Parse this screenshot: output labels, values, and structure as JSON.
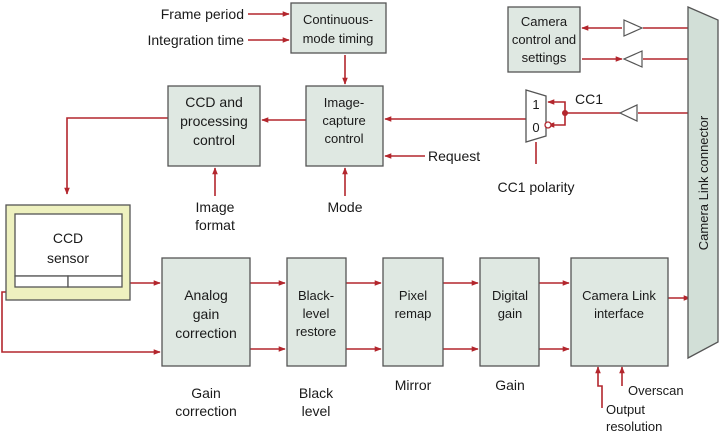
{
  "colors": {
    "wire": "#b3262d",
    "block": "#dfe8e2",
    "sensor_frame": "#eef1bf",
    "connector": "#d2dfd7"
  },
  "blocks": {
    "continuous_timing": [
      "Continuous-",
      "mode timing"
    ],
    "camera_control": [
      "Camera",
      "control and",
      "settings"
    ],
    "ccd_control": [
      "CCD and",
      "processing",
      "control"
    ],
    "image_capture": [
      "Image-",
      "capture",
      "control"
    ],
    "ccd_sensor": [
      "CCD",
      "sensor"
    ],
    "analog_gain": [
      "Analog",
      "gain",
      "correction"
    ],
    "black_level": [
      "Black-",
      "level",
      "restore"
    ],
    "pixel_remap": [
      "Pixel",
      "remap"
    ],
    "digital_gain": [
      "Digital",
      "gain"
    ],
    "camera_link_interface": [
      "Camera Link",
      "interface"
    ],
    "camera_link_connector": "Camera Link connector"
  },
  "mux": {
    "in_top": "1",
    "in_bottom": "0"
  },
  "labels": {
    "frame_period": "Frame period",
    "integration_time": "Integration time",
    "cc1": "CC1",
    "request": "Request",
    "cc1_polarity": "CC1 polarity",
    "image_format": [
      "Image",
      "format"
    ],
    "mode": "Mode",
    "gain_correction": [
      "Gain",
      "correction"
    ],
    "black_level": [
      "Black",
      "level"
    ],
    "mirror": "Mirror",
    "gain": "Gain",
    "overscan": "Overscan",
    "output_resolution": [
      "Output",
      "resolution"
    ]
  }
}
